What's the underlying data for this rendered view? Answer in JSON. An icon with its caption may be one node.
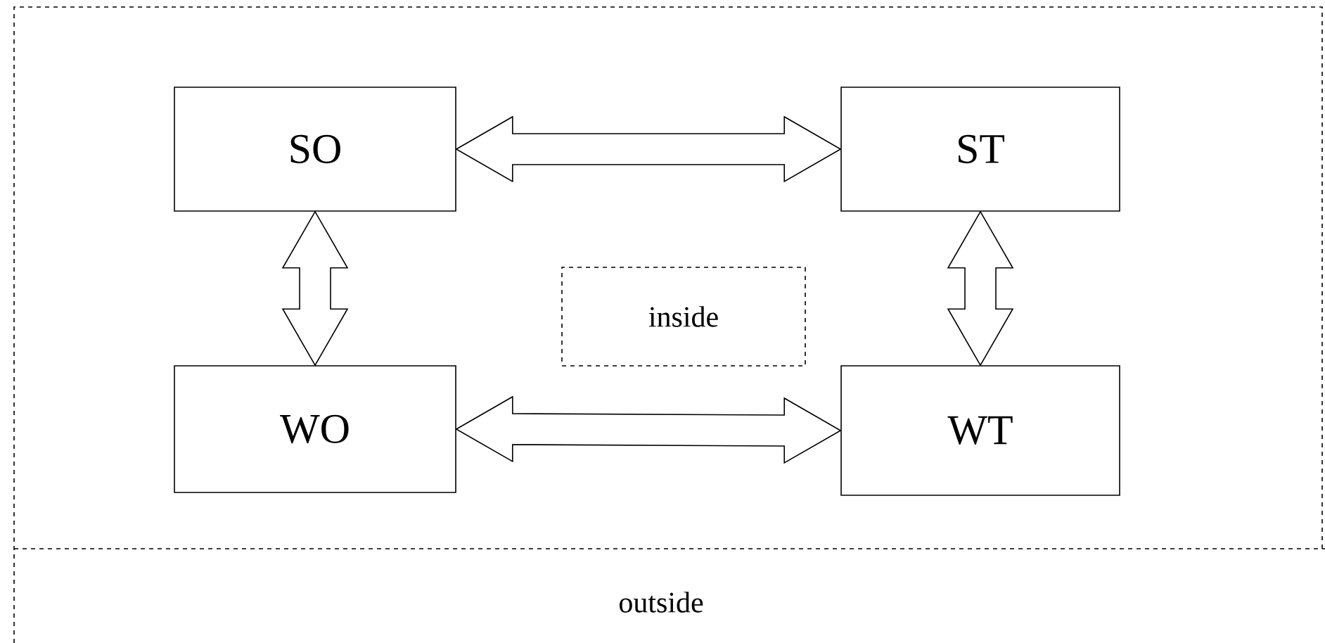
{
  "diagram": {
    "nodes": [
      {
        "text": [
          "SO"
        ]
      },
      {
        "text": [
          "ST"
        ]
      },
      {
        "text": [
          "inside"
        ]
      },
      {
        "text": [
          "WO"
        ]
      },
      {
        "text": [
          "WT"
        ]
      }
    ],
    "edges": [
      {
        "from": 0,
        "to": 1,
        "arrow": "both"
      },
      {
        "from": 0,
        "to": 3,
        "arrow": "both"
      },
      {
        "from": 1,
        "to": 4,
        "arrow": "both"
      },
      {
        "from": 3,
        "to": 4,
        "arrow": "both"
      }
    ],
    "labels": [
      "outside"
    ]
  }
}
